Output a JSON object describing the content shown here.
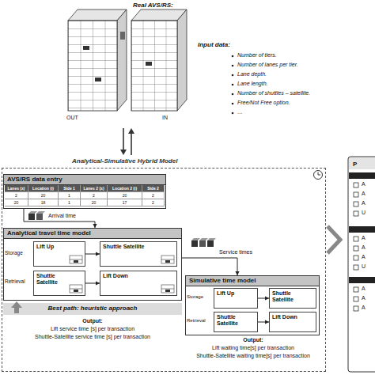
{
  "diagram": {
    "nodes": [
      {
        "text": [
          "Analytical-Simulative Hybrid Model"
        ]
      },
      {
        "text": [
          "AVS/RS data entry"
        ],
        "in": 0
      },
      {
        "text": [
          "Analytical travel time model"
        ],
        "in": 0
      },
      {
        "text": [
          "Lift Up"
        ],
        "in": 2
      },
      {
        "text": [
          "Shuttle Satellite"
        ],
        "in": 2
      },
      {
        "text": [
          "Shuttle Satellite"
        ],
        "in": 2
      },
      {
        "text": [
          "Lift Down"
        ],
        "in": 2
      },
      {
        "text": [
          "Simulative time model"
        ],
        "in": 0
      },
      {
        "text": [
          "Lift Up"
        ],
        "in": 7
      },
      {
        "text": [
          "Shuttle Satellite"
        ],
        "in": 7
      },
      {
        "text": [
          "Shuttle Satellite"
        ],
        "in": 7
      },
      {
        "text": [
          "Lift Down"
        ],
        "in": 7
      }
    ],
    "edges": [
      {
        "from": 1,
        "to": 2,
        "label": "Arrival time",
        "arrow": "to"
      },
      {
        "from": 2,
        "to": 7,
        "label": "Service times",
        "arrow": "to"
      },
      {
        "from": 3,
        "to": 4,
        "arrow": "to"
      },
      {
        "from": 5,
        "to": 6,
        "arrow": "to"
      },
      {
        "from": 8,
        "to": 9,
        "arrow": "to"
      },
      {
        "from": 10,
        "to": 11,
        "arrow": "to"
      }
    ],
    "labels": [
      "Real AVS/RS:",
      "OUT",
      "IN",
      "Input data:",
      "Number of tiers.",
      "Number of lanes per tier.",
      "Lane depth.",
      "Lane length.",
      "Number of shuttles – satellite.",
      "Free/Not Free option.",
      "…",
      "Lanes (x)",
      "Location (i)",
      "Side 1",
      "Lanes 2 (x)",
      "Location 2 (i)",
      "Side 2",
      "2",
      "20",
      "1",
      "2",
      "20",
      "2",
      "20",
      "18",
      "1",
      "20",
      "17",
      "2",
      "Storage",
      "Retrieval",
      "Best path: heuristic approach",
      "Output:",
      "Lift service time [s] per transaction",
      "Shuttle-Satellite service time [s] per transaction",
      "Storage",
      "Retrieval",
      "Output:",
      "Lift waiting time[s] per transaction",
      "Shuttle-Satellite waiting time[s] per transaction",
      "P",
      "A",
      "A",
      "A",
      "U",
      "A",
      "A",
      "A",
      "U",
      "A",
      "A",
      "A"
    ]
  }
}
